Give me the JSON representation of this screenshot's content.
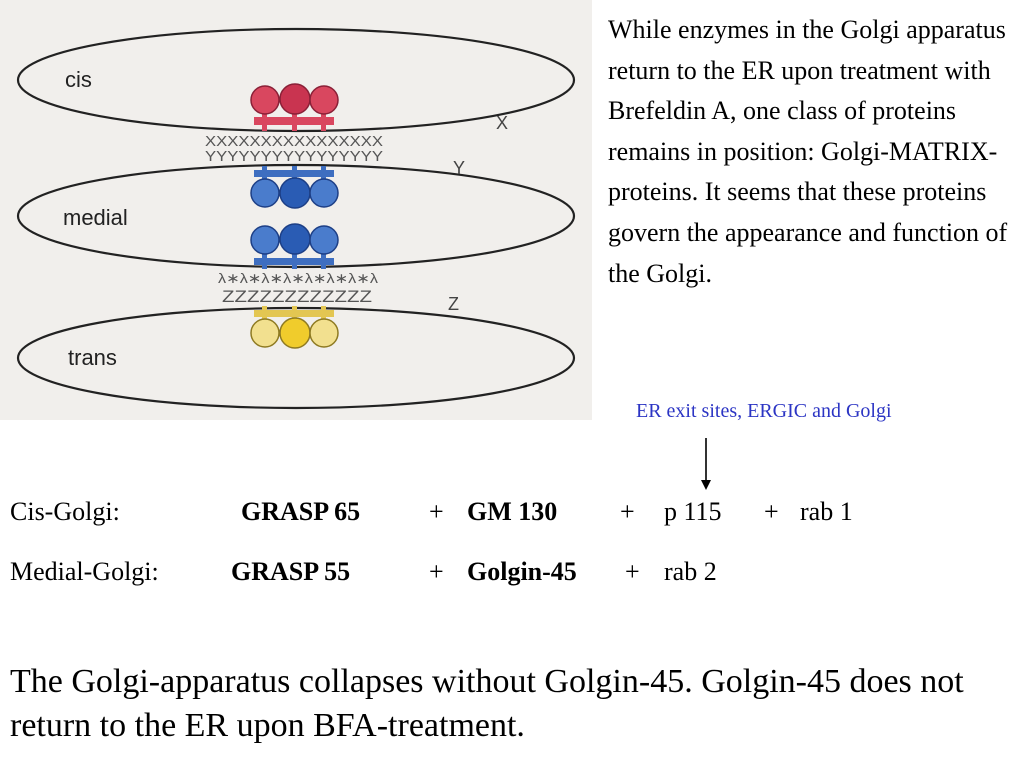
{
  "figure": {
    "cisterna_labels": [
      "cis",
      "medial",
      "trans"
    ],
    "linker_labels": [
      "X",
      "Y",
      "Z"
    ],
    "x_row": "XXXXXXXXXXXXXXXX",
    "y_row": "YYYYYYYYYYYYYYYY",
    "star_row": "λ∗λ∗λ∗λ∗λ∗λ∗λ∗λ",
    "z_row": "ZZZZZZZZZZZZ",
    "colors": {
      "red": "#d9475f",
      "blue": "#3e6ec0",
      "blue_dark": "#2a5cb4",
      "yellow_light": "#f2e08f",
      "yellow": "#f0cc2c"
    }
  },
  "intro_text": "While enzymes in the Golgi apparatus return to the ER upon treatment with Brefeldin A, one class of proteins remains in position: Golgi-MATRIX-proteins. It seems that these proteins govern the appearance and function of the Golgi.",
  "er_caption": "ER exit sites, ERGIC and Golgi",
  "cis_row": {
    "label": "Cis-Golgi:",
    "grasp": "GRASP 65",
    "plus1": "+",
    "gm": "GM 130",
    "plus2": "+",
    "p115": "p 115",
    "plus3": "+",
    "rab": "rab 1"
  },
  "medial_row": {
    "label": "Medial-Golgi:",
    "grasp": "GRASP 55",
    "plus1": "+",
    "golgin": "Golgin-45",
    "plus2": "+",
    "rab": "rab 2"
  },
  "conclusion": "The Golgi-apparatus collapses without Golgin-45. Golgin-45 does not return to the ER upon BFA-treatment."
}
